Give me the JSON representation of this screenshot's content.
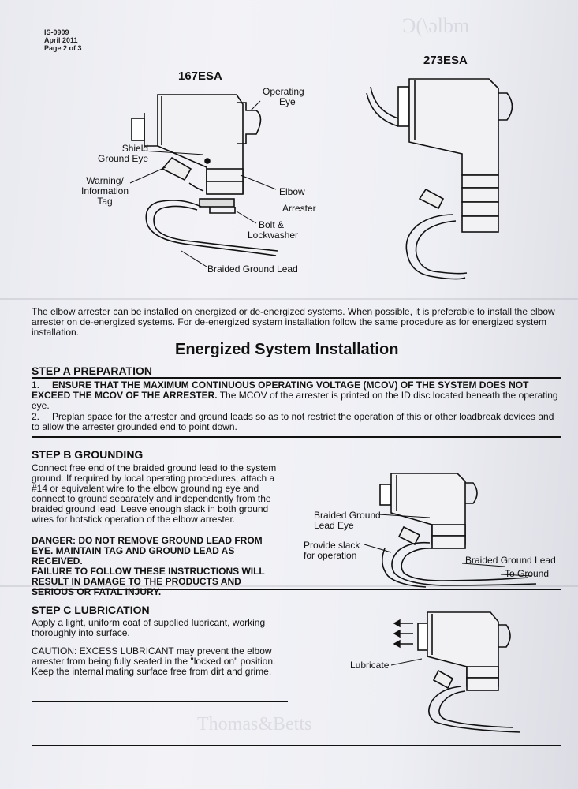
{
  "header": {
    "doc_number": "IS-0909",
    "date": "April 2011",
    "page": "Page 2 of 3"
  },
  "figure_top": {
    "model_left": "167ESA",
    "model_right": "273ESA",
    "labels": {
      "operating_eye": [
        "Operating",
        "Eye"
      ],
      "shield_ground_eye": [
        "Shield",
        "Ground Eye"
      ],
      "warning_tag": [
        "Warning/",
        "Information",
        "Tag"
      ],
      "elbow_arrester": [
        "Elbow",
        "Arrester"
      ],
      "bolt_lockwasher": [
        "Bolt &",
        "Lockwasher"
      ],
      "braided_ground_lead": "Braided Ground Lead"
    }
  },
  "intro": "The elbow arrester can be installed on energized or de-energized systems. When possible, it is preferable to install the elbow arrester on de-energized systems. For de-energized system installation follow the same procedure as for energized system installation.",
  "section_title": "Energized System Installation",
  "step_a": {
    "title": "STEP A PREPARATION",
    "item1_num": "1.",
    "item1_bold": "ENSURE THAT THE MAXIMUM CONTINUOUS OPERATING VOLTAGE (MCOV) OF THE SYSTEM DOES NOT EXCEED THE MCOV OF THE ARRESTER.",
    "item1_rest": " The MCOV of the arrester is printed on the ID disc located beneath the operating eye.",
    "item2_num": "2.",
    "item2": "Preplan space for the arrester and ground leads so as to not restrict the operation of this or other loadbreak devices and to allow the arrester grounded end to point down."
  },
  "step_b": {
    "title": "STEP B GROUNDING",
    "lines": [
      "Connect free end of the braided ground lead to the system",
      "ground. If required by local operating procedures, attach a",
      "#14 or equivalent wire to the elbow grounding eye and",
      "connect to ground separately and independently from the",
      "braided ground lead. Leave enough slack in both ground",
      "wires for hotstick operation of the elbow arrester."
    ],
    "danger_lines": [
      "DANGER: DO NOT REMOVE GROUND LEAD FROM",
      "EYE. MAINTAIN TAG AND GROUND LEAD AS RECEIVED.",
      "FAILURE TO FOLLOW THESE INSTRUCTIONS WILL",
      "RESULT IN DAMAGE TO THE PRODUCTS AND",
      "SERIOUS OR FATAL INJURY."
    ],
    "fig_labels": {
      "braided_ground_eye": [
        "Braided Ground",
        "Lead Eye"
      ],
      "provide_slack": [
        "Provide slack",
        "for operation"
      ],
      "braided_ground_lead": "Braided Ground Lead",
      "to_ground": "To Ground"
    }
  },
  "step_c": {
    "title": "STEP C LUBRICATION",
    "lines": [
      "Apply a light, uniform coat of supplied lubricant, working",
      "thoroughly into surface."
    ],
    "caution_lines": [
      "CAUTION: EXCESS LUBRICANT may prevent the elbow",
      "arrester from being fully seated in the \"locked on\" position.",
      "Keep the internal mating surface free from dirt and grime."
    ],
    "fig_label": "Lubricate"
  }
}
